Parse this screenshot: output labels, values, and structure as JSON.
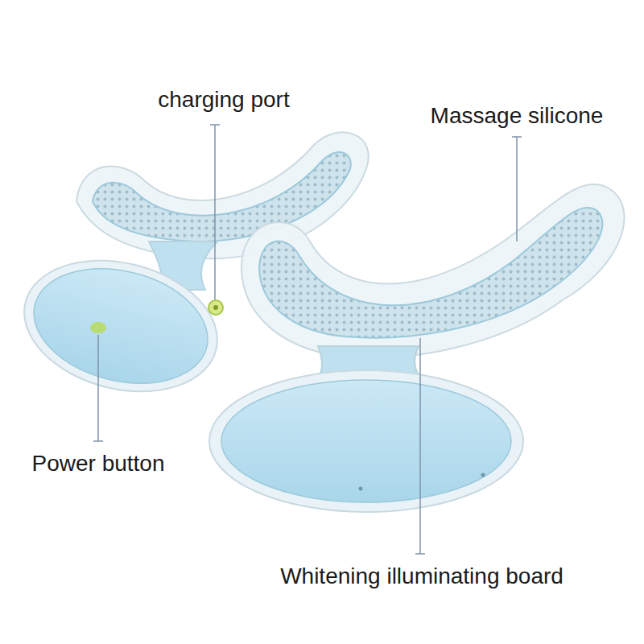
{
  "diagram": {
    "labels": [
      "charging port",
      "Massage silicone",
      "Power button",
      "Whitening illuminating board"
    ]
  }
}
